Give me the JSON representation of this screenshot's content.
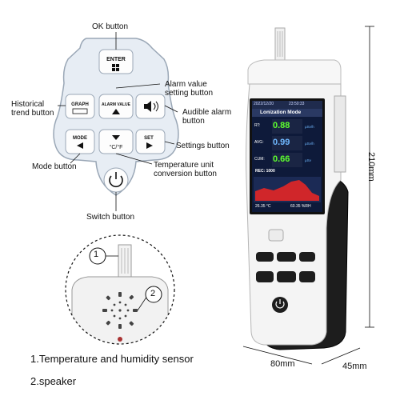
{
  "keypad": {
    "enter_key": "ENTER",
    "graph_key_top": "GRAPH",
    "graph_key_bottom": "",
    "alarm_value_key": "ALARM VALUE",
    "mode_key": "MODE",
    "unit_key": "°C/°F",
    "set_key": "SET"
  },
  "labels": {
    "ok_button": "OK button",
    "alarm_value_1": "Alarm value",
    "alarm_value_2": "setting button",
    "historical_1": "Historical",
    "historical_2": "trend button",
    "audible_1": "Audible alarm",
    "audible_2": "button",
    "settings_button": "Settings button",
    "mode_button": "Mode button",
    "temp_unit_1": "Temperature unit",
    "temp_unit_2": "conversion button",
    "switch_button": "Switch button"
  },
  "device_screen": {
    "date": "2022/12/20",
    "time": "23:50:33",
    "mode_title": "Lonization Mode",
    "rt_label": "RT:",
    "rt_value": "0.88",
    "rt_unit": "μSv/h",
    "avg_label": "AVG:",
    "avg_value": "0.99",
    "avg_unit": "μSv/h",
    "cum_label": "CUM:",
    "cum_value": "0.66",
    "cum_unit": "μSv",
    "rec_label": "REC: 1000",
    "temperature": "26.35 °C",
    "humidity": "60.35 %RH"
  },
  "dimensions": {
    "height": "210mm",
    "width": "80mm",
    "depth": "45mm"
  },
  "callouts": {
    "one": "1",
    "two": "2"
  },
  "captions": {
    "line1": "1.Temperature and humidity sensor",
    "line2": "2.speaker"
  },
  "colors": {
    "keypad_fill": "#e7edf4",
    "device_body": "#f4f4f4",
    "grip": "#1d1d1d",
    "screen_bg": "#0e1a3a",
    "value_green": "#5dff2e",
    "value_blue": "#6fb8ff"
  }
}
